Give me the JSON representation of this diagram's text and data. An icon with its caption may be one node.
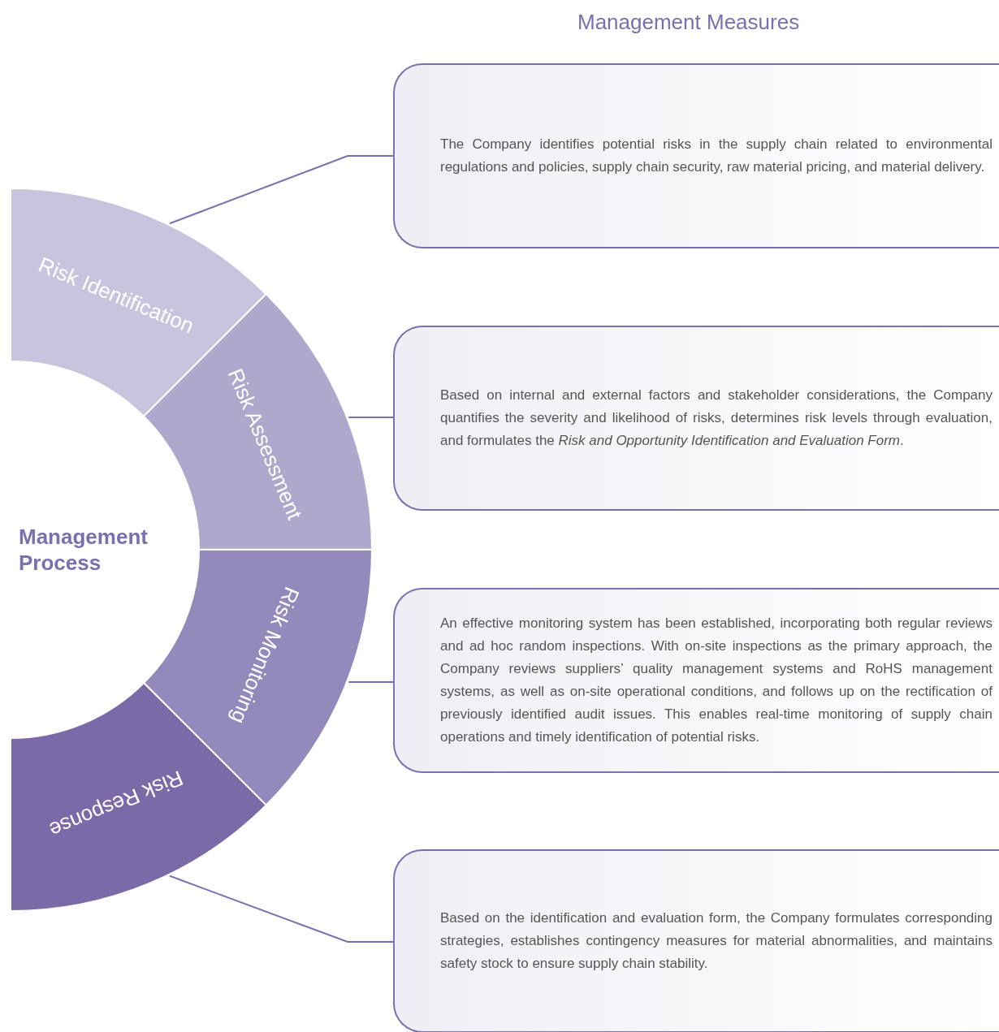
{
  "diagram": {
    "title": "Management Measures",
    "nodes": [
      {
        "text": [
          "Risk Identification"
        ]
      },
      {
        "text": [
          "Risk Assessment"
        ]
      },
      {
        "text": [
          "Risk Monitoring"
        ]
      },
      {
        "text": [
          "Risk Response"
        ]
      },
      {
        "text": [
          "The Company identifies potential risks in the supply chain related to environmental regulations and policies, supply chain security, raw material pricing, and material delivery."
        ]
      },
      {
        "text": [
          "Based on internal and external factors and stakeholder considerations, the Company quantifies the severity and likelihood of risks, determines risk levels through evaluation, and formulates the *Risk and Opportunity Identification and Evaluation Form*."
        ]
      },
      {
        "text": [
          "An effective monitoring system has been established, incorporating both regular reviews and ad hoc random inspections. With on-site inspections as the primary approach, the Company reviews suppliers’ quality management systems and RoHS management systems, as well as on-site operational conditions, and follows up on the rectification of previously identified audit issues. This enables real-time monitoring of supply chain operations and timely identification of potential risks."
        ]
      },
      {
        "text": [
          "Based on the identification and evaluation form, the Company formulates corresponding strategies, establishes contingency measures for material abnormalities, and maintains safety stock to ensure supply chain stability."
        ]
      }
    ],
    "edges": [
      {
        "from": 0,
        "to": 4,
        "arrow": "none"
      },
      {
        "from": 1,
        "to": 5,
        "arrow": "none"
      },
      {
        "from": 2,
        "to": 6,
        "arrow": "none"
      },
      {
        "from": 3,
        "to": 7,
        "arrow": "none"
      }
    ],
    "labels": [
      "Management Process"
    ]
  }
}
